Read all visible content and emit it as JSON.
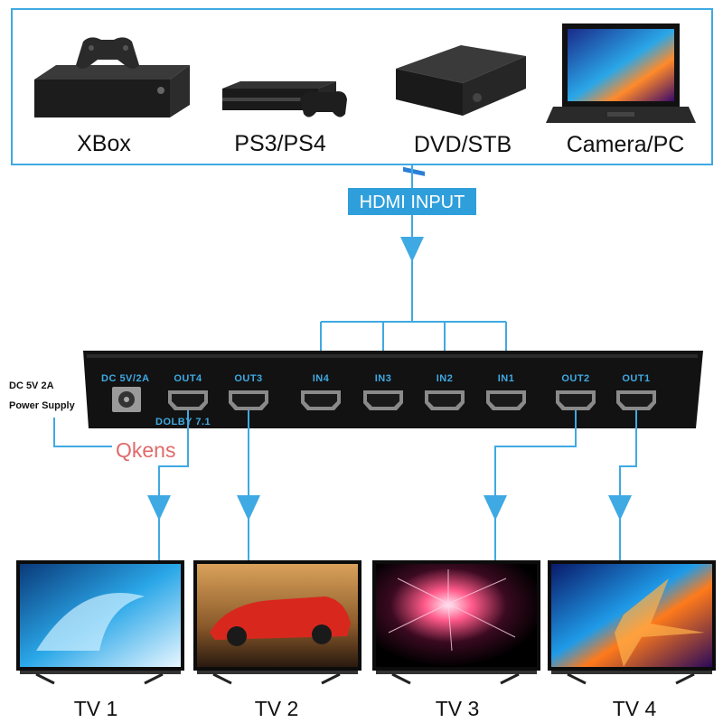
{
  "sources": [
    {
      "label": "XBox",
      "icon": "xbox-console-icon"
    },
    {
      "label": "PS3/PS4",
      "icon": "playstation-console-icon"
    },
    {
      "label": "DVD/STB",
      "icon": "dvd-player-icon"
    },
    {
      "label": "Camera/PC",
      "icon": "laptop-icon"
    }
  ],
  "input_banner": "HDMI INPUT",
  "power_note": {
    "line1": "DC 5V 2A",
    "line2": "Power Supply"
  },
  "device": {
    "power_port_label": "DC 5V/2A",
    "ports": [
      "OUT4",
      "OUT3",
      "IN4",
      "IN3",
      "IN2",
      "IN1",
      "OUT2",
      "OUT1"
    ],
    "dolby_label": "DOLBY 7.1"
  },
  "watermark": "Qkens",
  "tvs": [
    {
      "label": "TV 1",
      "screen": "ocean-wave"
    },
    {
      "label": "TV 2",
      "screen": "sports-car"
    },
    {
      "label": "TV 3",
      "screen": "fireworks"
    },
    {
      "label": "TV 4",
      "screen": "abstract-light"
    }
  ],
  "colors": {
    "accent": "#3fa9e3",
    "device_body": "#111111",
    "port_text": "#3fa9e3",
    "watermark": "#e06a6a"
  }
}
